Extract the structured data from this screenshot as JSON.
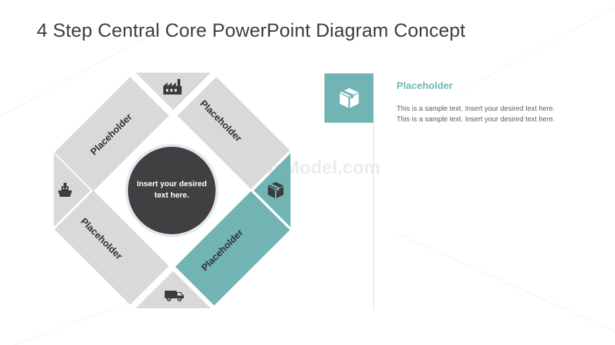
{
  "slide": {
    "title": "4 Step Central Core PowerPoint Diagram Concept",
    "watermark": "SlideModel.com"
  },
  "colors": {
    "teal": "#72b4b3",
    "gray_segment": "#d9d9d9",
    "core": "#3f4041",
    "title_text": "#3d3d3d",
    "icon": "#3c3c3c"
  },
  "diagram": {
    "core_text_line1": "Insert your desired",
    "core_text_line2": "text here.",
    "segments": [
      {
        "label": "Placeholder",
        "position": "top-left"
      },
      {
        "label": "Placeholder",
        "position": "top-right"
      },
      {
        "label": "Placeholder",
        "position": "bottom-left"
      },
      {
        "label": "Placeholder",
        "position": "bottom-right",
        "highlighted": true
      }
    ],
    "corner_icons": {
      "top": "factory-icon",
      "left": "ship-icon",
      "bottom": "delivery-van-icon",
      "right": "package-box-icon"
    }
  },
  "detail": {
    "icon": "package-box-icon",
    "title": "Placeholder",
    "line1": "This is a sample text. Insert your desired text here.",
    "line2": "This is a sample text. Insert your desired text here."
  }
}
